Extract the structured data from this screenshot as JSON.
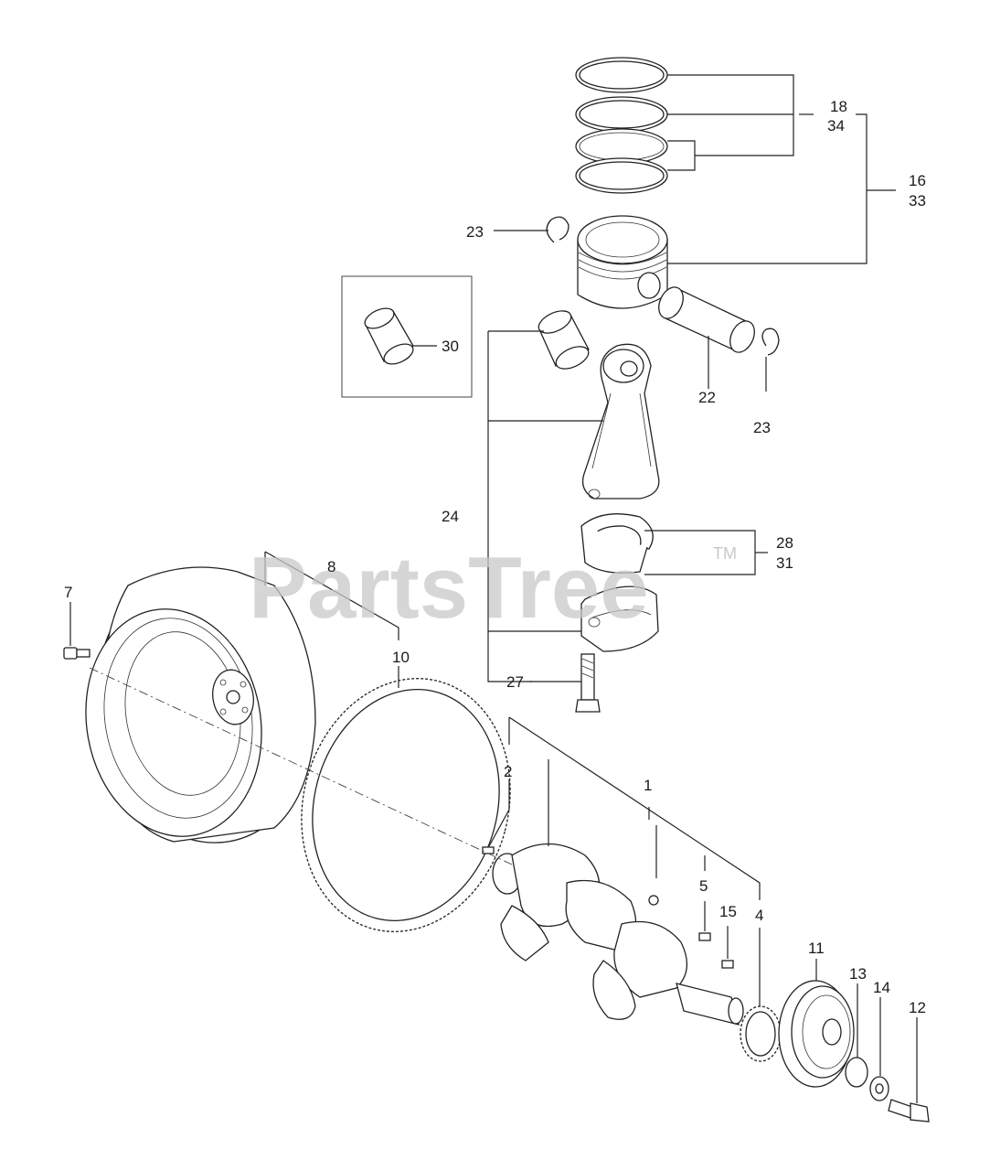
{
  "watermark": {
    "text": "PartsTree",
    "trademark": "TM"
  },
  "labels": {
    "p1": "1",
    "p2": "2",
    "p4": "4",
    "p5": "5",
    "p7": "7",
    "p8": "8",
    "p10": "10",
    "p11": "11",
    "p12": "12",
    "p13": "13",
    "p14": "14",
    "p15": "15",
    "p16": "16",
    "p18": "18",
    "p22": "22",
    "p23a": "23",
    "p23b": "23",
    "p24": "24",
    "p27": "27",
    "p28": "28",
    "p30": "30",
    "p31": "31",
    "p33": "33",
    "p34": "34"
  }
}
